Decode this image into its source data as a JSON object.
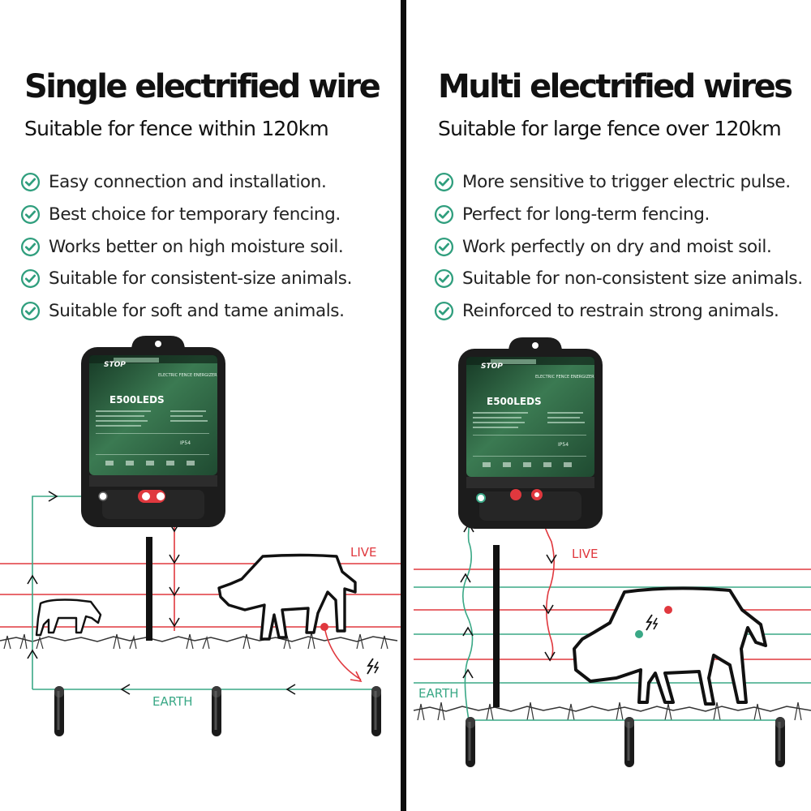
{
  "left": {
    "title": "Single electrified wire",
    "subtitle": "Suitable for fence within 120km",
    "features": [
      "Easy connection and installation.",
      "Best choice for temporary fencing.",
      "Works better on high moisture soil.",
      "Suitable for consistent-size animals.",
      "Suitable for soft and tame animals."
    ],
    "live_label": "LIVE",
    "earth_label": "EARTH"
  },
  "right": {
    "title": "Multi electrified wires",
    "subtitle": "Suitable for large fence over 120km",
    "features": [
      "More sensitive to trigger electric pulse.",
      "Perfect for long-term fencing.",
      "Work perfectly on dry and moist soil.",
      "Suitable for non-consistent size animals.",
      "Reinforced to restrain strong animals."
    ],
    "live_label": "LIVE",
    "earth_label": "EARTH"
  },
  "device": {
    "brand": "STOP",
    "model": "E500LEDS",
    "heading": "ELECTRIC FENCE ENERGIZER",
    "rating": "IP54"
  },
  "colors": {
    "live": "#e0383e",
    "earth": "#3aa886",
    "check": "#2f9e7d",
    "device_body": "#1c1c1c",
    "device_panel": "#2f6b47"
  },
  "icons": [
    "check-circle-icon",
    "energizer-icon",
    "cow-icon",
    "lightning-icon",
    "fence-post-icon",
    "earth-stake-icon"
  ]
}
